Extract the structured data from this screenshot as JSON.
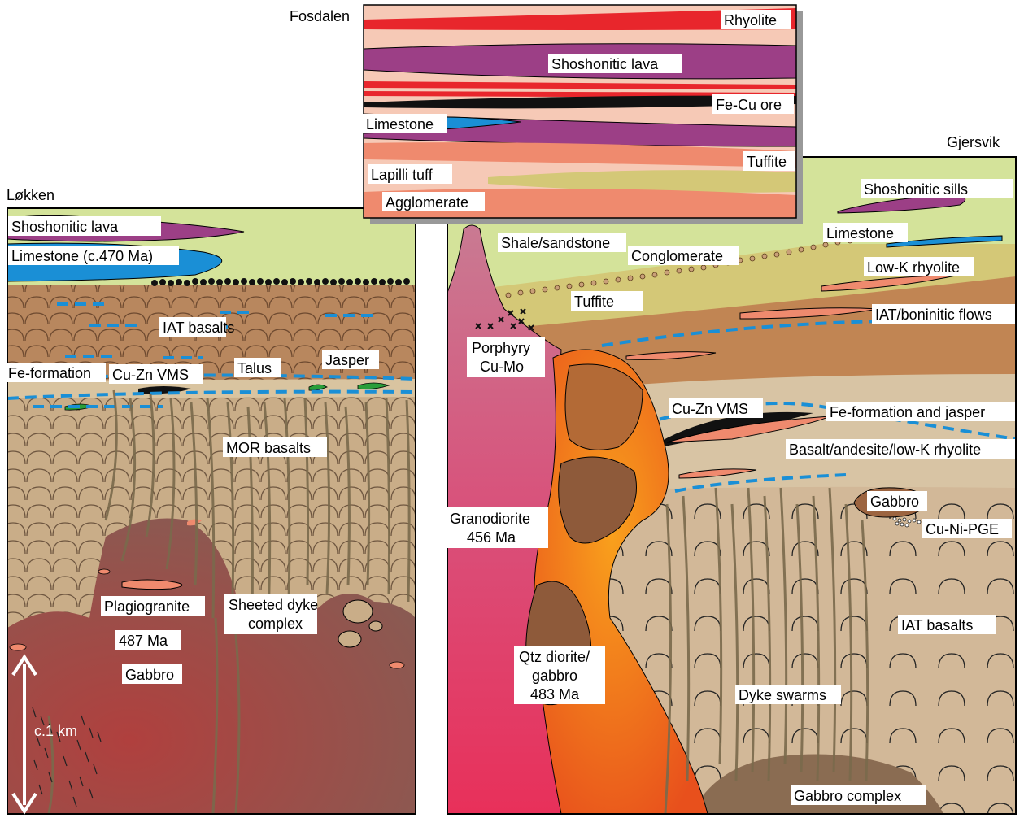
{
  "colors": {
    "green": "#d4e39a",
    "brown_basalt": "#c9ad88",
    "brown_dark": "#8b5e4a",
    "gabbro_red": "#a0524a",
    "blue": "#1a8fd6",
    "purple": "#9c3f86",
    "red": "#e8262c",
    "salmon": "#ef8a6e",
    "pink_light": "#f6c9b6",
    "tuffite": "#d4c877",
    "granodiorite": "#d9507a",
    "orange": "#f08a1c",
    "dyke": "#8b7a5a"
  },
  "titles": {
    "lokken": "Løkken",
    "fosdalen": "Fosdalen",
    "gjersvik": "Gjersvik"
  },
  "lokken": {
    "shoshonitic_lava": "Shoshonitic lava",
    "limestone": "Limestone (c.470 Ma)",
    "iat_basalts": "IAT basalts",
    "fe_formation": "Fe-formation",
    "cu_zn_vms": "Cu-Zn VMS",
    "talus": "Talus",
    "jasper": "Jasper",
    "mor_basalts": "MOR basalts",
    "plagiogranite": "Plagiogranite",
    "age": "487 Ma",
    "gabbro": "Gabbro",
    "sheeted_dyke_1": "Sheeted dyke",
    "sheeted_dyke_2": "complex",
    "scale": "c.1 km"
  },
  "fosdalen": {
    "rhyolite": "Rhyolite",
    "shoshonitic_lava": "Shoshonitic lava",
    "fe_cu_ore": "Fe-Cu ore",
    "limestone": "Limestone",
    "tuffite": "Tuffite",
    "lapilli_tuff": "Lapilli tuff",
    "agglomerate": "Agglomerate"
  },
  "gjersvik": {
    "shoshonitic_sills": "Shoshonitic sills",
    "limestone": "Limestone",
    "shale_sandstone": "Shale/sandstone",
    "conglomerate": "Conglomerate",
    "low_k_rhyolite": "Low-K rhyolite",
    "tuffite": "Tuffite",
    "iat_boninitic": "IAT/boninitic flows",
    "porphyry_1": "Porphyry",
    "porphyry_2": "Cu-Mo",
    "cu_zn_vms": "Cu-Zn VMS",
    "fe_formation_jasper": "Fe-formation and jasper",
    "basalt_andesite": "Basalt/andesite/low-K rhyolite",
    "gabbro": "Gabbro",
    "cu_ni_pge": "Cu-Ni-PGE",
    "granodiorite_1": "Granodiorite",
    "granodiorite_2": "456 Ma",
    "iat_basalts": "IAT basalts",
    "qtz_diorite_1": "Qtz diorite/",
    "qtz_diorite_2": "gabbro",
    "qtz_diorite_3": "483 Ma",
    "dyke_swarms": "Dyke swarms",
    "gabbro_complex": "Gabbro complex"
  }
}
